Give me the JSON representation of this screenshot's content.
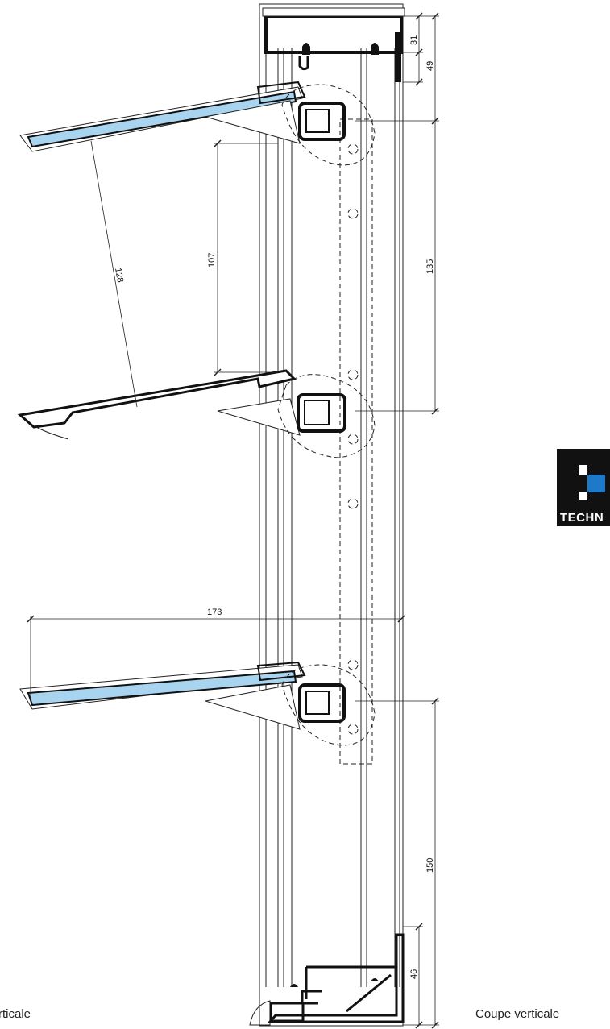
{
  "drawing": {
    "dimensions": {
      "d31": "31",
      "d49": "49",
      "d135": "135",
      "d107": "107",
      "d128": "128",
      "d173": "173",
      "d150": "150",
      "d46": "46"
    },
    "caption_left": "rticale",
    "caption_right": "Coupe verticale",
    "logo_text": "TECHN"
  },
  "colors": {
    "glass": "#a9d4ef",
    "profile": "#111111",
    "logo_accent": "#1e79c8"
  }
}
